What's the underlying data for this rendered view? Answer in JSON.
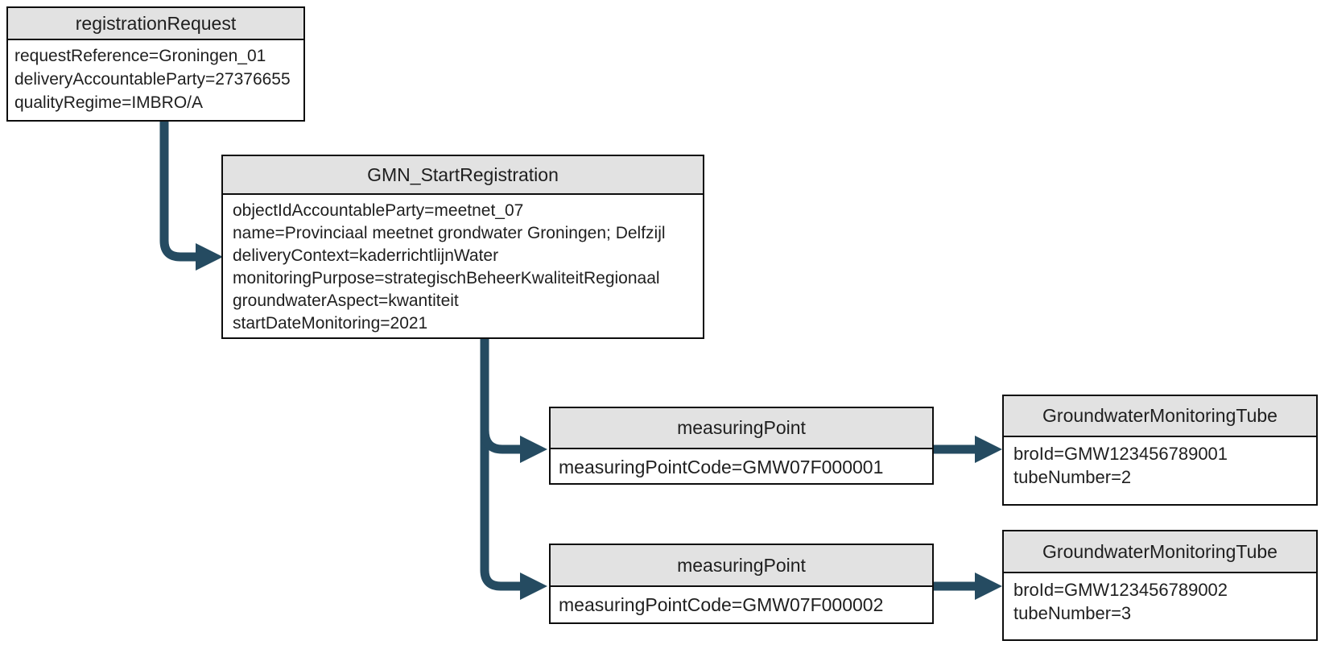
{
  "diagram": {
    "colors": {
      "arrow": "#254b61",
      "header_bg": "#e2e2e2",
      "box_border": "#0d0d0d",
      "text": "#1f1f1f",
      "background": "#ffffff"
    },
    "boxes": [
      {
        "id": "registrationRequest",
        "title": "registrationRequest",
        "lines": [
          "requestReference=Groningen_01",
          "deliveryAccountableParty=27376655",
          "qualityRegime=IMBRO/A"
        ]
      },
      {
        "id": "GMN_StartRegistration",
        "title": "GMN_StartRegistration",
        "lines": [
          "objectIdAccountableParty=meetnet_07",
          "name=Provinciaal meetnet grondwater Groningen; Delfzijl",
          "deliveryContext=kaderrichtlijnWater",
          "monitoringPurpose=strategischBeheerKwaliteitRegionaal",
          "groundwaterAspect=kwantiteit",
          "startDateMonitoring=2021"
        ]
      },
      {
        "id": "measuringPoint-1",
        "title": "measuringPoint",
        "lines": [
          "measuringPointCode=GMW07F000001"
        ]
      },
      {
        "id": "GroundwaterMonitoringTube-1",
        "title": "GroundwaterMonitoringTube",
        "lines": [
          "broId=GMW123456789001",
          "tubeNumber=2"
        ]
      },
      {
        "id": "measuringPoint-2",
        "title": "measuringPoint",
        "lines": [
          "measuringPointCode=GMW07F000002"
        ]
      },
      {
        "id": "GroundwaterMonitoringTube-2",
        "title": "GroundwaterMonitoringTube",
        "lines": [
          "broId=GMW123456789002",
          "tubeNumber=3"
        ]
      }
    ],
    "connections": [
      {
        "from": "registrationRequest",
        "to": "GMN_StartRegistration"
      },
      {
        "from": "GMN_StartRegistration",
        "to": "measuringPoint-1"
      },
      {
        "from": "GMN_StartRegistration",
        "to": "measuringPoint-2"
      },
      {
        "from": "measuringPoint-1",
        "to": "GroundwaterMonitoringTube-1"
      },
      {
        "from": "measuringPoint-2",
        "to": "GroundwaterMonitoringTube-2"
      }
    ]
  }
}
